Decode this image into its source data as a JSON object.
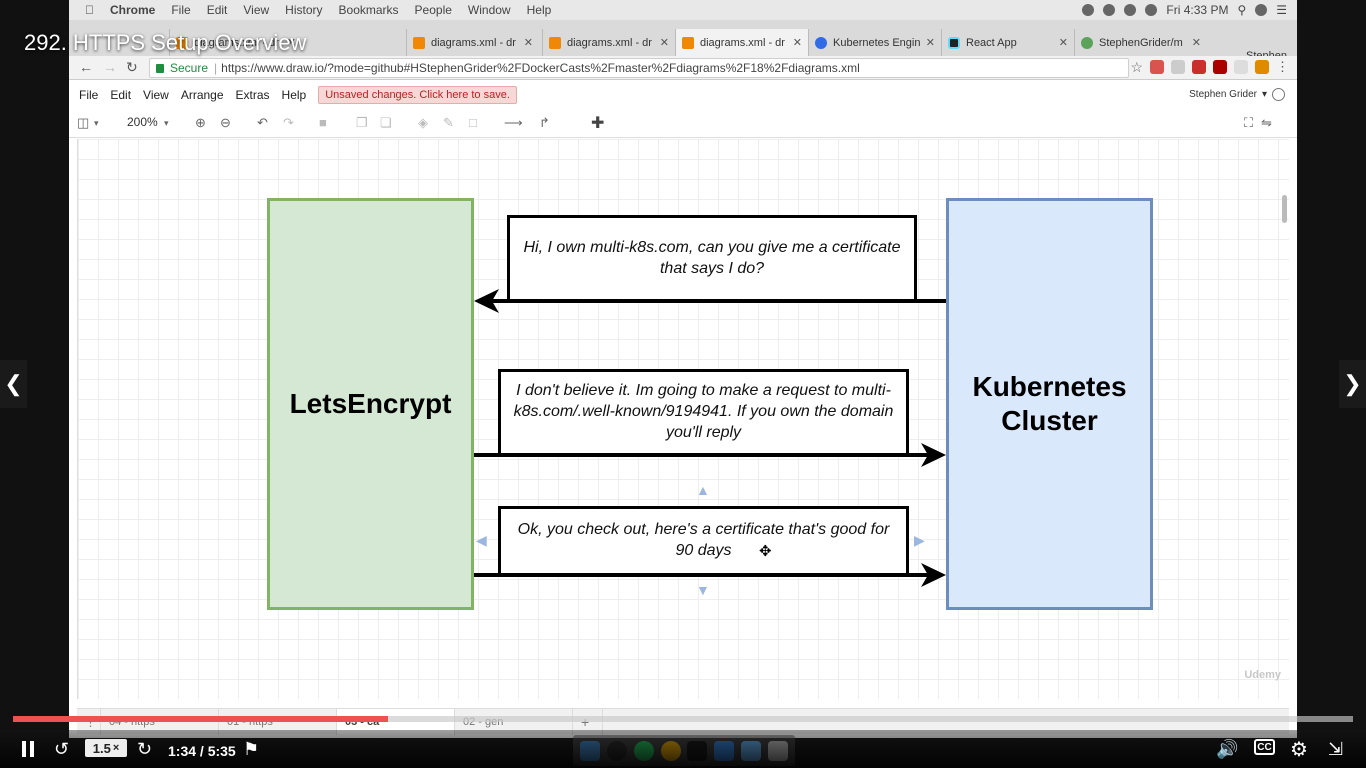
{
  "video": {
    "title": "292. HTTPS Setup Overview",
    "time": "1:34 / 5:35",
    "speed": "1.5",
    "speed_suffix": "×",
    "progress": 0.28,
    "captions_label": "CC",
    "watermark": "Udemy"
  },
  "mac_menu": {
    "app": "Chrome",
    "items": [
      "File",
      "Edit",
      "View",
      "History",
      "Bookmarks",
      "People",
      "Window",
      "Help"
    ],
    "clock": "Fri 4:33 PM"
  },
  "tabs": [
    {
      "label": "diagrams.xml - dr",
      "icon": "drawio-icon"
    },
    {
      "label": "diagrams.xml - dr",
      "icon": "drawio-icon"
    },
    {
      "label": "diagrams.xml - dr",
      "icon": "drawio-icon"
    },
    {
      "label": "diagrams.xml - dr",
      "icon": "drawio-icon"
    },
    {
      "label": "Kubernetes Engin",
      "icon": "kubernetes-icon"
    },
    {
      "label": "React App",
      "icon": "react-icon"
    },
    {
      "label": "StephenGrider/m",
      "icon": "github-icon"
    }
  ],
  "profile": "Stephen",
  "address": {
    "secure_label": "Secure",
    "url": "https://www.draw.io/?mode=github#HStephenGrider%2FDockerCasts%2Fmaster%2Fdiagrams%2F18%2Fdiagrams.xml"
  },
  "drawio": {
    "menu": [
      "File",
      "Edit",
      "View",
      "Arrange",
      "Extras",
      "Help"
    ],
    "unsaved": "Unsaved changes. Click here to save.",
    "user": "Stephen Grider",
    "zoom": "200%",
    "pages": [
      "04 - https",
      "01 - https",
      "03 - ca",
      "02 - gen"
    ]
  },
  "diagram": {
    "left_block": "LetsEncrypt",
    "right_block": "Kubernetes Cluster",
    "messages": [
      "Hi, I own multi-k8s.com, can you give me a certificate that says I do?",
      "I don't believe it. Im going to make a request to multi-k8s.com/.well-known/9194941.  If you own the domain you'll reply",
      "Ok, you check out, here's a certificate that's good for 90 days"
    ]
  },
  "colors": {
    "progress": "#ec5252",
    "letsencrypt_fill": "#d5e8d4",
    "letsencrypt_stroke": "#82b366",
    "cluster_fill": "#dae8fc",
    "cluster_stroke": "#6c8ebf"
  }
}
